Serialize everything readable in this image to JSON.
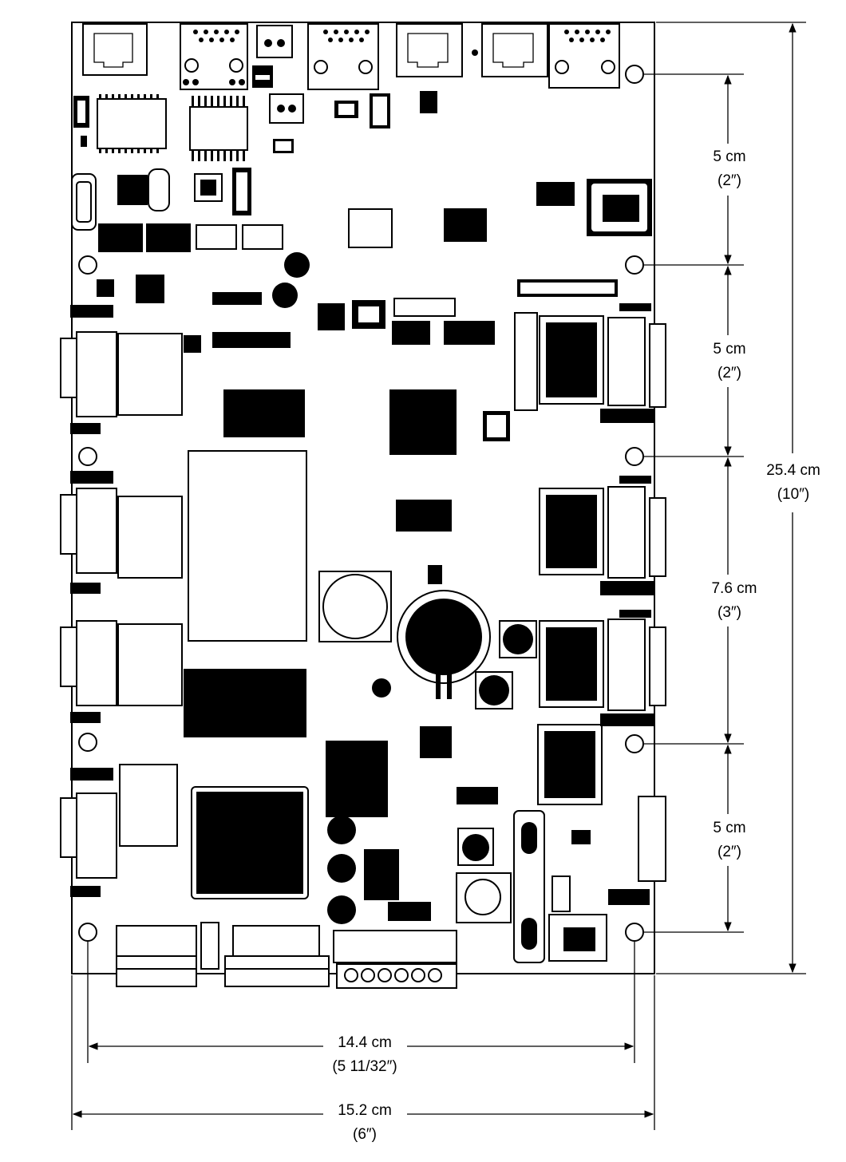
{
  "figure": {
    "subject": "circuit-board-outline-dimensions"
  },
  "dimensions": {
    "right_segments": [
      {
        "id": "seg-1",
        "metric": "5 cm",
        "imperial": "(2″)"
      },
      {
        "id": "seg-2",
        "metric": "5 cm",
        "imperial": "(2″)"
      },
      {
        "id": "seg-3",
        "metric": "7.6 cm",
        "imperial": "(3″)"
      },
      {
        "id": "seg-4",
        "metric": "5 cm",
        "imperial": "(2″)"
      }
    ],
    "overall_height": {
      "metric": "25.4 cm",
      "imperial": "(10″)"
    },
    "hole_spacing_width": {
      "metric": "14.4 cm",
      "imperial": "(5 11/32″)"
    },
    "overall_width": {
      "metric": "15.2 cm",
      "imperial": "(6″)"
    }
  },
  "colors": {
    "ink": "#000000",
    "board": "#ffffff"
  }
}
